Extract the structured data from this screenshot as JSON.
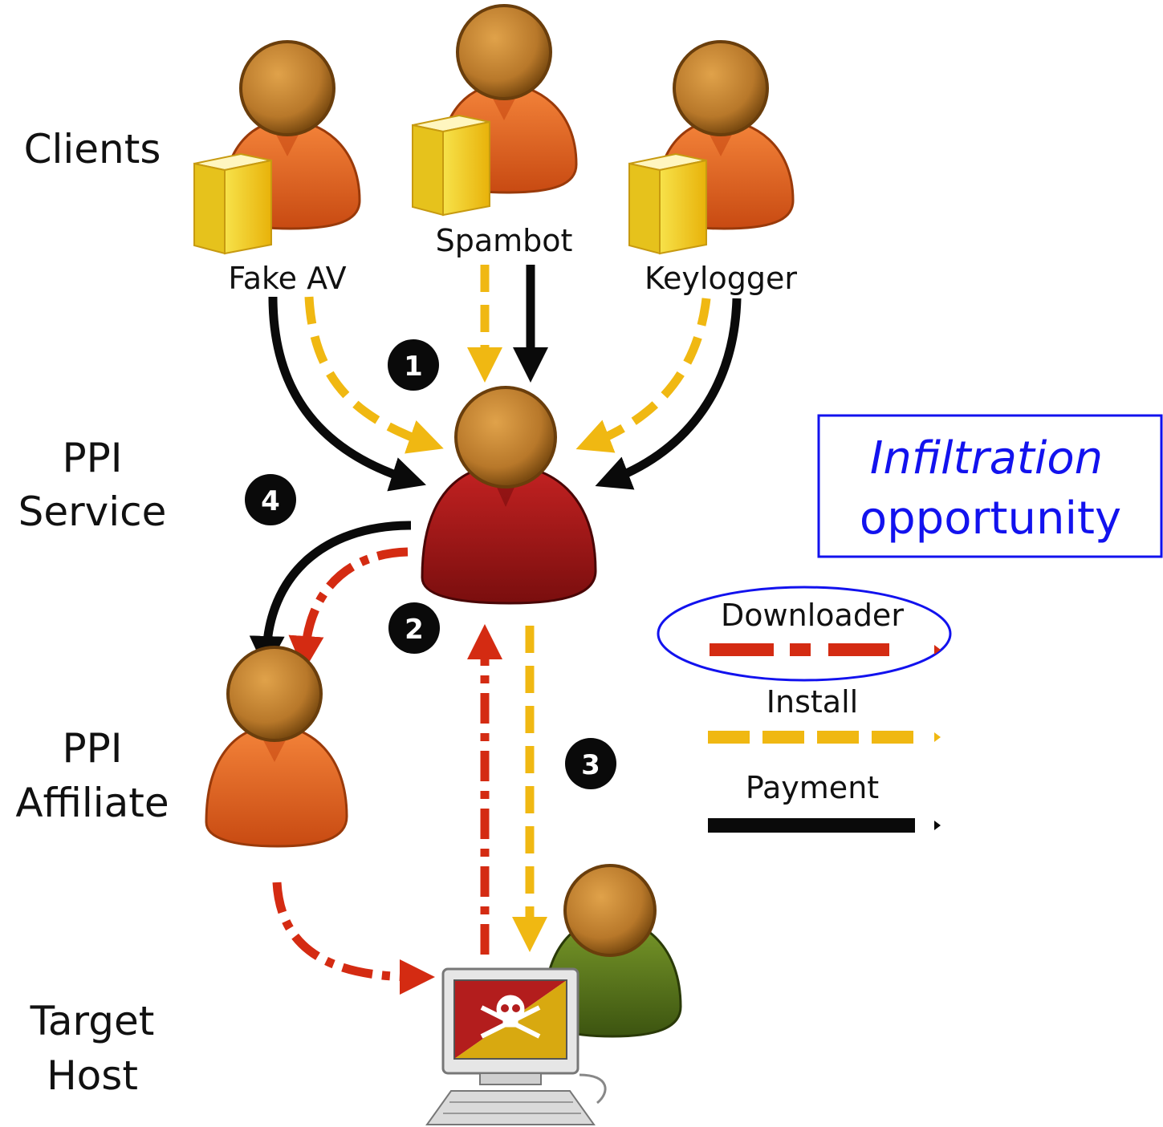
{
  "tiers": {
    "clients": "Clients",
    "ppi_service_line1": "PPI",
    "ppi_service_line2": "Service",
    "ppi_affiliate_line1": "PPI",
    "ppi_affiliate_line2": "Affiliate",
    "target_host_line1": "Target",
    "target_host_line2": "Host"
  },
  "clients": {
    "fake_av": "Fake AV",
    "spambot": "Spambot",
    "keylogger": "Keylogger"
  },
  "steps": [
    "1",
    "2",
    "3",
    "4"
  ],
  "legend": {
    "downloader": "Downloader",
    "install": "Install",
    "payment": "Payment"
  },
  "callout": {
    "line1": "Infiltration",
    "line2": "opportunity"
  },
  "colors": {
    "downloader": "#d42b12",
    "install": "#f0b812",
    "payment": "#0a0a0a",
    "callout": "#1212ee",
    "client_body": "#e8611e",
    "service_body": "#a11616",
    "affiliate_body": "#e8611e",
    "victim_body": "#5c7a1c",
    "head": "#b8782a"
  },
  "icons": {
    "person": "person-icon",
    "software_box": "software-box-icon",
    "computer": "infected-computer-icon",
    "skull": "skull-crossbones-icon"
  }
}
